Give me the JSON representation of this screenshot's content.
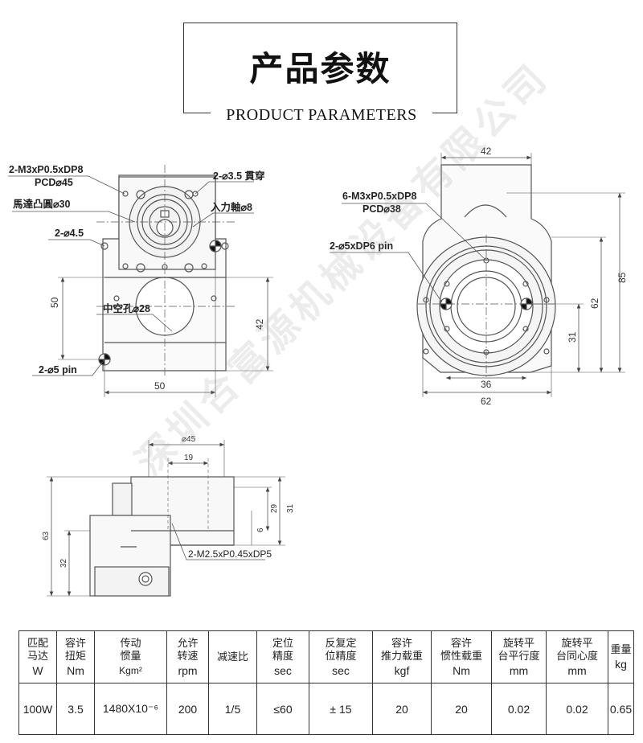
{
  "title": {
    "cn": "产品参数",
    "en": "PRODUCT PARAMETERS"
  },
  "watermark": "深圳合富源机械设备有限公司",
  "drawings": {
    "top_left": {
      "labels": {
        "mount_holes": "2-M3xP0.5xDP8",
        "mount_pcd": "PCD⌀45",
        "through_holes": "2-⌀3.5 貫穿",
        "motor_boss": "馬達凸圓⌀30",
        "input_shaft": "入力軸⌀8",
        "side_holes": "2-⌀4.5",
        "hollow": "中空孔⌀28",
        "pin": "2-⌀5 pin"
      },
      "dims": {
        "height_left": "50",
        "height_right": "42",
        "width_bottom": "50"
      }
    },
    "top_right": {
      "labels": {
        "mount_holes": "6-M3xP0.5xDP8",
        "mount_pcd": "PCD⌀38",
        "pin": "2-⌀5xDP6 pin"
      },
      "dims": {
        "width_top": "42",
        "height_outer": "85",
        "height_mid": "62",
        "height_inner": "31",
        "width_inner": "36",
        "width_bottom": "62"
      }
    },
    "side_view": {
      "labels": {
        "holes": "2-M2.5xP0.45xDP5"
      },
      "dims": {
        "dia": "⌀45",
        "width_top": "19",
        "h29": "29",
        "h31": "31",
        "h6": "6",
        "h63": "63",
        "h32": "32"
      }
    }
  },
  "table": {
    "headers": [
      {
        "line1": "匹配",
        "line2": "马达",
        "unit": "W"
      },
      {
        "line1": "容许",
        "line2": "扭矩",
        "unit": "Nm"
      },
      {
        "line1": "传动",
        "line2": "惯量",
        "unit": "Kgm²"
      },
      {
        "line1": "允许",
        "line2": "转速",
        "unit": "rpm"
      },
      {
        "line1": "减速比",
        "line2": "",
        "unit": ""
      },
      {
        "line1": "定位",
        "line2": "精度",
        "unit": "sec"
      },
      {
        "line1": "反复定",
        "line2": "位精度",
        "unit": "sec"
      },
      {
        "line1": "容许",
        "line2": "推力载重",
        "unit": "kgf"
      },
      {
        "line1": "容许",
        "line2": "惯性载重",
        "unit": "Nm"
      },
      {
        "line1": "旋转平",
        "line2": "台平行度",
        "unit": "mm"
      },
      {
        "line1": "旋转平",
        "line2": "台同心度",
        "unit": "mm"
      },
      {
        "line1": "重量",
        "line2": "",
        "unit": "kg"
      }
    ],
    "row": [
      "100W",
      "3.5",
      "1480X10⁻⁶",
      "200",
      "1/5",
      "≤60",
      "± 15",
      "20",
      "20",
      "0.02",
      "0.02",
      "0.65"
    ]
  }
}
